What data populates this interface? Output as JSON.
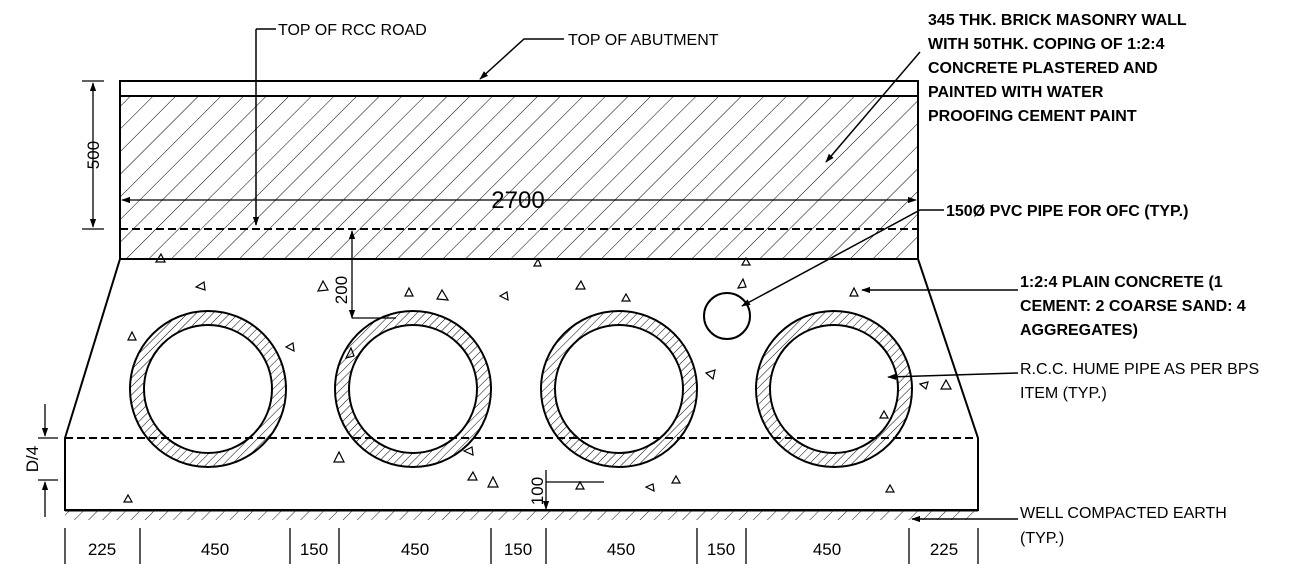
{
  "labels": {
    "top_rcc_road": "TOP OF RCC ROAD",
    "top_abutment": "TOP OF ABUTMENT",
    "brick_wall": [
      "345 THK. BRICK MASONRY WALL",
      "WITH 50THK. COPING OF 1:2:4",
      "CONCRETE PLASTERED AND",
      "PAINTED WITH WATER",
      "PROOFING CEMENT PAINT"
    ],
    "pvc_pipe": "150Ø PVC PIPE FOR OFC (TYP.)",
    "plain_concrete": [
      "1:2:4 PLAIN CONCRETE (1",
      "CEMENT: 2 COARSE SAND: 4",
      "AGGREGATES)"
    ],
    "hume_pipe": [
      "R.C.C. HUME PIPE AS PER BPS",
      "ITEM (TYP.)"
    ],
    "earth": [
      "WELL COMPACTED EARTH",
      "(TYP.)"
    ]
  },
  "dimensions": {
    "wall_height": "500",
    "width": "2700",
    "cover": "200",
    "bed": "100",
    "side": "D/4",
    "bottom": [
      "225",
      "450",
      "150",
      "450",
      "150",
      "450",
      "150",
      "450",
      "225"
    ]
  }
}
